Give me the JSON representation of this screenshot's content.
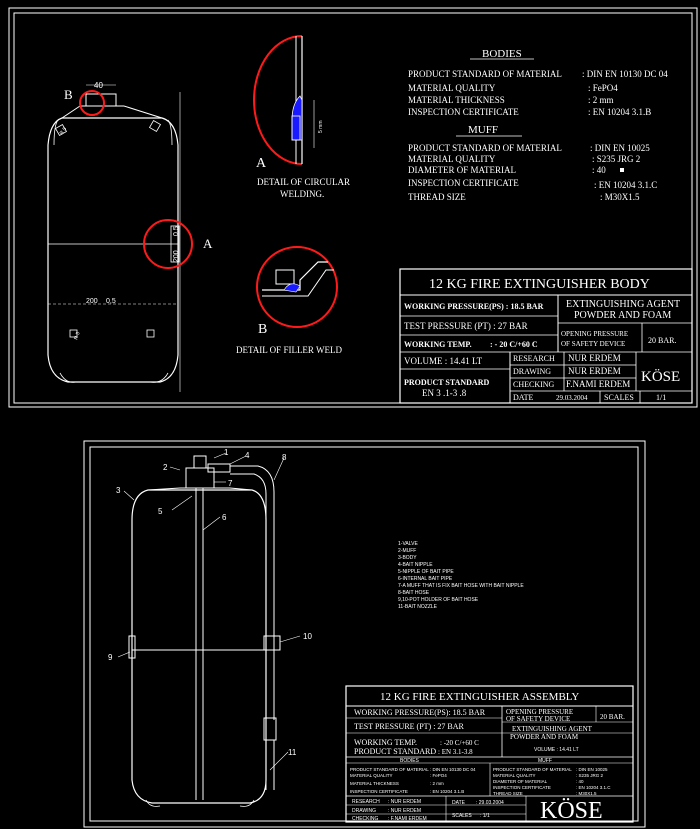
{
  "top_sheet": {
    "bodies_heading": "BODIES",
    "bodies_rows": [
      {
        "label": "PRODUCT STANDARD OF MATERIAL",
        "value": ": DIN EN 10130  DC  04"
      },
      {
        "label": "MATERIAL QUALITY",
        "value": ": FePO4"
      },
      {
        "label": "MATERIAL THICKNESS",
        "value": ": 2 mm"
      },
      {
        "label": "INSPECTION CERTIFICATE",
        "value": ": EN 10204 3.1.B"
      }
    ],
    "muff_heading": "MUFF",
    "muff_rows": [
      {
        "label": "PRODUCT STANDARD OF MATERIAL",
        "value": ": DIN EN 10025"
      },
      {
        "label": "MATERIAL QUALITY",
        "value": ": S235 JRG 2"
      },
      {
        "label": "DIAMETER OF MATERIAL",
        "value": ": 40"
      },
      {
        "label": "INSPECTION CERTIFICATE",
        "value": ": EN 10204 3.1.C"
      },
      {
        "label": "THREAD  SIZE",
        "value": ": M30X1.5"
      }
    ],
    "detail_a_letter": "A",
    "detail_a_caption_1": "DETAIL  OF CIRCULAR",
    "detail_a_caption_2": "WELDING.",
    "detail_b_letter": "B",
    "detail_b_caption": "DETAIL  OF FILLER WELD",
    "marker_a": "A",
    "marker_b": "B",
    "dim_top": "40",
    "dim_width": "200",
    "dim_width_tol": "0,5",
    "dim_side": "200",
    "dim_side_tol": "0,5",
    "dim_r": "R 5",
    "dim_muff": "5 mm",
    "title": "12 KG FIRE EXTINGUISHER BODY",
    "working_pressure": "WORKING PRESSURE(PS) : 18.5 BAR",
    "test_pressure": "TEST PRESSURE (PT)  : 27 BAR",
    "working_temp_label": "WORKING  TEMP.",
    "working_temp_value": ": - 20 C/+60 C",
    "volume": "VOLUME  : 14.41 LT",
    "product_standard_label": "PRODUCT STANDARD",
    "product_standard_value": "EN 3 .1-3 .8",
    "agent_1": "EXTINGUISHING  AGENT",
    "agent_2": "POWDER AND FOAM",
    "opening_pressure_1": "OPENING PRESSURE",
    "opening_pressure_2": "OF SAFETY DEVICE",
    "opening_pressure_value": "20  BAR.",
    "research_label": "RESEARCH",
    "research_value": "NUR ERDEM",
    "drawing_label": "DRAWING",
    "drawing_value": "NUR ERDEM",
    "checking_label": "CHECKING",
    "checking_value": "F.NAMI ERDEM",
    "brand": "KÖSE",
    "date_label": "DATE",
    "date_value": "29.03.2004",
    "scales_label": "SCALES",
    "scales_value": "1/1"
  },
  "bottom_sheet": {
    "callouts": [
      "1",
      "2",
      "3",
      "4",
      "5",
      "6",
      "7",
      "8",
      "9",
      "10",
      "11"
    ],
    "parts_list": [
      "1-VALVE",
      "2-MUFF",
      "3-BODY",
      "4-BAIT NIPPLE",
      "5-NIPPLE OF BAIT PIPE",
      "6-INTERNAL BAIT PIPE",
      "7-A MUFF THAT IS FIX BAIT HOSE WITH BAIT NIPPLE",
      "8-BAIT HOSE",
      "9,10-POT HOLDER OF BAIT HOSE",
      "11-BAIT NOZZLE"
    ],
    "title": "12 KG FIRE EXTINGUISHER ASSEMBLY",
    "working_pressure": "WORKING PRESSURE(PS): 18.5 BAR",
    "test_pressure": "TEST PRESSURE (PT)  :  27 BAR",
    "working_temp_label": "WORKING TEMP.",
    "working_temp_value": ": -20 C/+60 C",
    "product_standard_label": "PRODUCT  STANDARD",
    "product_standard_value": ": EN 3.1-3.8",
    "opening_pressure_1": "OPENING PRESSURE",
    "opening_pressure_2": "OF SAFETY DEVICE",
    "opening_pressure_value": "20 BAR.",
    "agent_1": "EXTINGUISHING  AGENT",
    "agent_2": "POWDER AND FOAM",
    "volume": "VOLUME  : 14.41 LT",
    "bodies_heading": "BODIES",
    "muff_heading": "MUFF",
    "research_label": "RESEARCH",
    "research_value": ": NUR ERDEM",
    "drawing_label": "DRAWING",
    "drawing_value": ": NUR ERDEM",
    "checking_label": "CHECKING",
    "checking_value": ": F.NAMI ERDEM",
    "date_label": "DATE",
    "date_value": ": 29.03.2004",
    "scales_label": "SCALES",
    "scales_value": ": 1/1",
    "brand": "KÖSE"
  }
}
